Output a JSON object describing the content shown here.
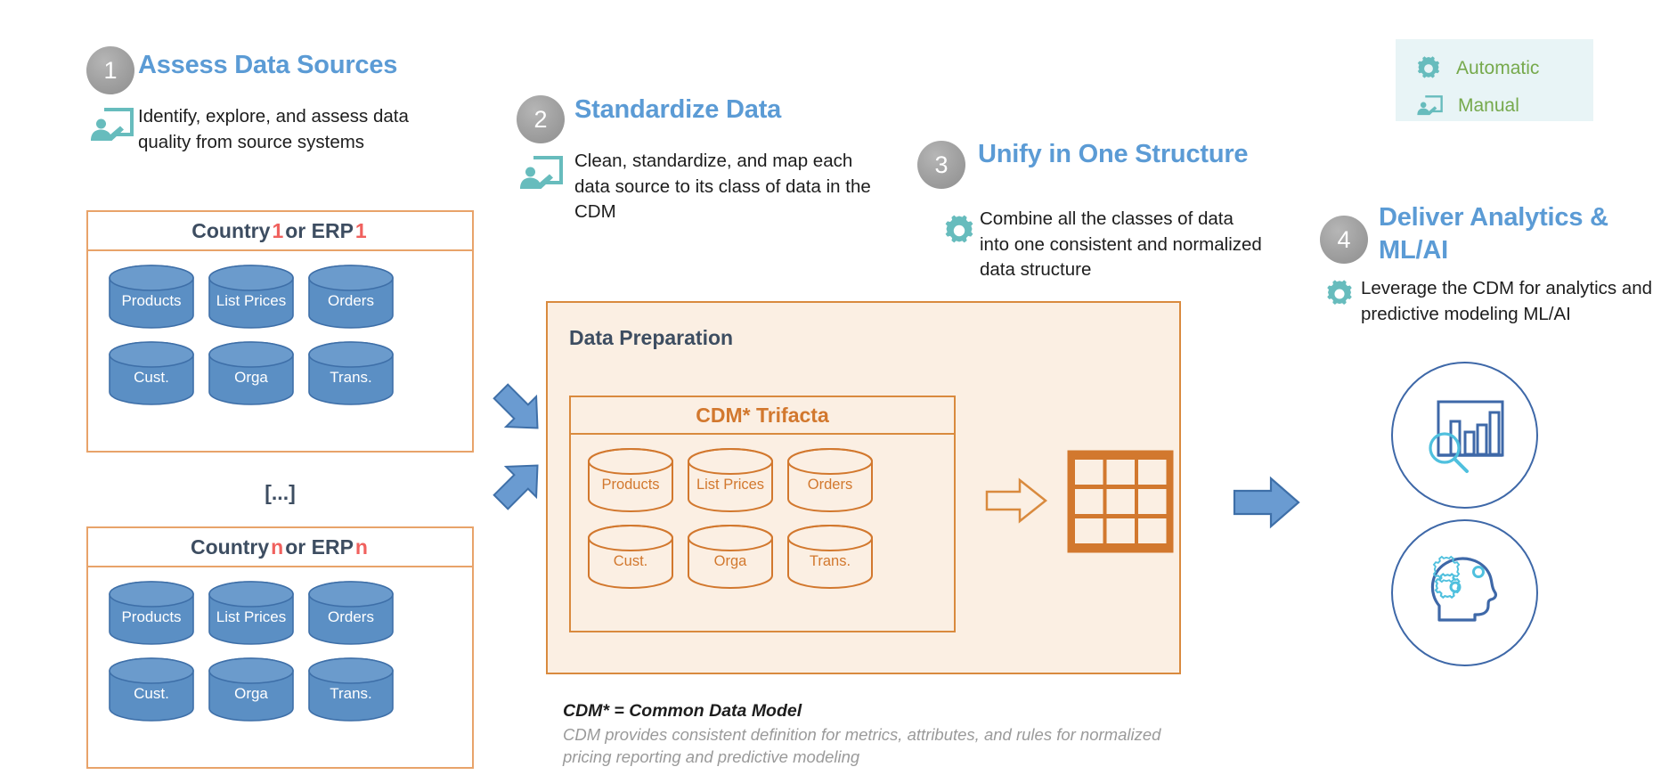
{
  "steps": [
    {
      "number": "1",
      "title": "Assess Data Sources",
      "body": "Identify, explore, and assess data quality from source systems",
      "icon": "manual-icon"
    },
    {
      "number": "2",
      "title": "Standardize Data",
      "body": "Clean, standardize, and map each data source to its class of data in the CDM",
      "icon": "manual-icon"
    },
    {
      "number": "3",
      "title": "Unify in One Structure",
      "body": "Combine all the classes of data into one consistent and normalized data structure",
      "icon": "gear-icon"
    },
    {
      "number": "4",
      "title": "Deliver Analytics & ML/AI",
      "body": "Leverage the CDM for analytics and predictive modeling ML/AI",
      "icon": "gear-icon"
    }
  ],
  "legend": {
    "items": [
      {
        "label": "Automatic",
        "icon": "gear-icon"
      },
      {
        "label": "Manual",
        "icon": "manual-icon"
      }
    ],
    "background": "#E8F4F6",
    "text_color": "#76A94C"
  },
  "sources": [
    {
      "header_prefix": "Country ",
      "header_index": "1",
      "header_mid": " or ERP ",
      "header_index2": "1",
      "cylinders": [
        "Products",
        "List Prices",
        "Orders",
        "Cust.",
        "Orga",
        "Trans."
      ]
    },
    {
      "header_prefix": "Country ",
      "header_index": "n",
      "header_mid": " or ERP ",
      "header_index2": "n",
      "cylinders": [
        "Products",
        "List Prices",
        "Orders",
        "Cust.",
        "Orga",
        "Trans."
      ]
    }
  ],
  "between_sources_label": "[...]",
  "preparation": {
    "title": "Data Preparation",
    "cdm_title": "CDM* Trifacta",
    "cylinders": [
      "Products",
      "List Prices",
      "Orders",
      "Cust.",
      "Orga",
      "Trans."
    ],
    "output_icon": "table-grid-icon",
    "flow_arrow_icon": "arrow-right-outline-icon"
  },
  "footnote": {
    "title": "CDM* = Common Data Model",
    "body": "CDM provides consistent definition for metrics, attributes, and rules for normalized pricing reporting and predictive modeling"
  },
  "outputs": [
    {
      "icon": "analytics-chart-search-icon"
    },
    {
      "icon": "ai-head-gears-icon"
    }
  ],
  "arrows": [
    {
      "name": "arrow-down-right-blue",
      "icon": "arrow-diagonal-icon"
    },
    {
      "name": "arrow-up-right-blue",
      "icon": "arrow-diagonal-icon"
    },
    {
      "name": "arrow-right-blue",
      "icon": "arrow-right-icon"
    }
  ],
  "colors": {
    "step_title": "#5B9BD5",
    "orange_border": "#E8A36A",
    "orange_strong": "#D2782E",
    "cylinder_blue": "#5B8FC4",
    "cylinder_border": "#3E6FA8",
    "prep_background": "#FBEFE3",
    "teal": "#67BCBD",
    "accent_red": "#F0615E",
    "heading_dark": "#3D4D61",
    "arrow_blue": "#6A9BD1"
  }
}
